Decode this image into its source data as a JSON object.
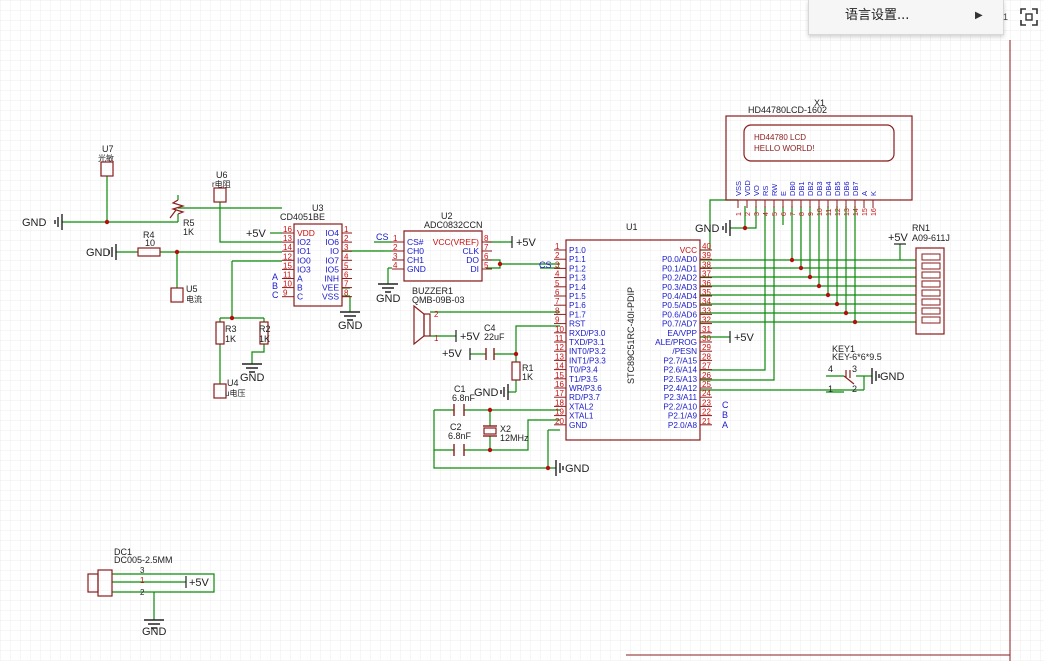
{
  "menu": {
    "language_label": "语言设置...",
    "arrow": "▶"
  },
  "corner": {
    "text": "1"
  },
  "power_labels": {
    "gnd": "GND",
    "v5": "+5V"
  },
  "colors": {
    "wire": "#0a8a0a",
    "part": "#8b1c1c",
    "pin_text": "#1a1acc",
    "pin_num": "#cc1111",
    "label": "#222222",
    "grid": "#ececec"
  },
  "u7": {
    "ref": "U7",
    "value": "光敏"
  },
  "u6": {
    "ref": "U6",
    "value": "r电阻"
  },
  "u5": {
    "ref": "U5",
    "value": "电流"
  },
  "u4": {
    "ref": "U4",
    "value": "u电压"
  },
  "r5": {
    "ref": "R5",
    "value": "1K"
  },
  "r4": {
    "ref": "R4",
    "value": "10"
  },
  "r3": {
    "ref": "R3",
    "value": "1K"
  },
  "r2": {
    "ref": "R2",
    "value": "1K"
  },
  "r1": {
    "ref": "R1",
    "value": "1K"
  },
  "u3": {
    "ref": "U3",
    "value": "CD4051BE",
    "left_pins": [
      {
        "num": "16",
        "name": "VDD"
      },
      {
        "num": "13",
        "name": "IO2"
      },
      {
        "num": "14",
        "name": "IO1"
      },
      {
        "num": "12",
        "name": "IO0"
      },
      {
        "num": "15",
        "name": "IO3"
      },
      {
        "num": "11",
        "name": "A"
      },
      {
        "num": "10",
        "name": "B"
      },
      {
        "num": "9",
        "name": "C"
      }
    ],
    "right_pins": [
      {
        "num": "1",
        "name": "IO4"
      },
      {
        "num": "2",
        "name": "IO6"
      },
      {
        "num": "3",
        "name": "IO"
      },
      {
        "num": "4",
        "name": "IO7"
      },
      {
        "num": "5",
        "name": "IO5"
      },
      {
        "num": "6",
        "name": "INH"
      },
      {
        "num": "7",
        "name": "VEE"
      },
      {
        "num": "8",
        "name": "VSS"
      }
    ],
    "abc": [
      "A",
      "B",
      "C"
    ]
  },
  "u2": {
    "ref": "U2",
    "value": "ADC0832CCN",
    "left_pins": [
      {
        "num": "1",
        "name": "CS#"
      },
      {
        "num": "2",
        "name": "CH0"
      },
      {
        "num": "3",
        "name": "CH1"
      },
      {
        "num": "4",
        "name": "GND"
      }
    ],
    "right_pins": [
      {
        "num": "8",
        "name": "VCC(VREF)"
      },
      {
        "num": "7",
        "name": "CLK"
      },
      {
        "num": "6",
        "name": "DO"
      },
      {
        "num": "5",
        "name": "DI"
      }
    ],
    "cs_net": "CS"
  },
  "buzzer": {
    "ref": "BUZZER1",
    "value": "QMB-09B-03",
    "pin_a": "2",
    "pin_b": "1"
  },
  "c4": {
    "ref": "C4",
    "value": "22uF"
  },
  "c1": {
    "ref": "C1",
    "value": "6.8nF"
  },
  "c2": {
    "ref": "C2",
    "value": "6.8nF"
  },
  "x2": {
    "ref": "X2",
    "value": "12MHz"
  },
  "u1": {
    "ref": "U1",
    "value": "STC89C51RC-40I-PDIP",
    "left_pins": [
      {
        "num": "1",
        "name": "P1.0"
      },
      {
        "num": "2",
        "name": "P1.1"
      },
      {
        "num": "3",
        "name": "P1.2"
      },
      {
        "num": "4",
        "name": "P1.3"
      },
      {
        "num": "5",
        "name": "P1.4"
      },
      {
        "num": "6",
        "name": "P1.5"
      },
      {
        "num": "7",
        "name": "P1.6"
      },
      {
        "num": "8",
        "name": "P1.7"
      },
      {
        "num": "9",
        "name": "RST"
      },
      {
        "num": "10",
        "name": "RXD/P3.0"
      },
      {
        "num": "11",
        "name": "TXD/P3.1"
      },
      {
        "num": "12",
        "name": "INT0/P3.2"
      },
      {
        "num": "13",
        "name": "INT1/P3.3"
      },
      {
        "num": "14",
        "name": "T0/P3.4"
      },
      {
        "num": "15",
        "name": "T1/P3.5"
      },
      {
        "num": "16",
        "name": "WR/P3.6"
      },
      {
        "num": "17",
        "name": "RD/P3.7"
      },
      {
        "num": "18",
        "name": "XTAL2"
      },
      {
        "num": "19",
        "name": "XTAL1"
      },
      {
        "num": "20",
        "name": "GND"
      }
    ],
    "right_pins": [
      {
        "num": "40",
        "name": "VCC"
      },
      {
        "num": "39",
        "name": "P0.0/AD0"
      },
      {
        "num": "38",
        "name": "P0.1/AD1"
      },
      {
        "num": "37",
        "name": "P0.2/AD2"
      },
      {
        "num": "36",
        "name": "P0.3/AD3"
      },
      {
        "num": "35",
        "name": "P0.4/AD4"
      },
      {
        "num": "34",
        "name": "P0.5/AD5"
      },
      {
        "num": "33",
        "name": "P0.6/AD6"
      },
      {
        "num": "32",
        "name": "P0.7/AD7"
      },
      {
        "num": "31",
        "name": "EA/VPP"
      },
      {
        "num": "30",
        "name": "ALE/PROG"
      },
      {
        "num": "29",
        "name": "/PESN"
      },
      {
        "num": "28",
        "name": "P2.7/A15"
      },
      {
        "num": "27",
        "name": "P2.6/A14"
      },
      {
        "num": "26",
        "name": "P2.5/A13"
      },
      {
        "num": "25",
        "name": "P2.4/A12"
      },
      {
        "num": "24",
        "name": "P2.3/A11"
      },
      {
        "num": "23",
        "name": "P2.2/A10"
      },
      {
        "num": "22",
        "name": "P2.1/A9"
      },
      {
        "num": "21",
        "name": "P2.0/A8"
      }
    ],
    "cs_net": "CS",
    "abc_right": [
      "C",
      "B",
      "A"
    ]
  },
  "x1": {
    "ref": "X1",
    "value": "HD44780LCD-1602",
    "screen_line1": "HD44780 LCD",
    "screen_line2": "HELLO WORLD!",
    "pins": [
      {
        "num": "1",
        "name": "VSS"
      },
      {
        "num": "2",
        "name": "VDD"
      },
      {
        "num": "3",
        "name": "VO"
      },
      {
        "num": "4",
        "name": "RS"
      },
      {
        "num": "5",
        "name": "RW"
      },
      {
        "num": "6",
        "name": "E"
      },
      {
        "num": "7",
        "name": "DB0"
      },
      {
        "num": "8",
        "name": "DB1"
      },
      {
        "num": "9",
        "name": "DB2"
      },
      {
        "num": "10",
        "name": "DB3"
      },
      {
        "num": "11",
        "name": "DB4"
      },
      {
        "num": "12",
        "name": "DB5"
      },
      {
        "num": "13",
        "name": "DB6"
      },
      {
        "num": "14",
        "name": "DB7"
      },
      {
        "num": "15",
        "name": "A"
      },
      {
        "num": "16",
        "name": "K"
      }
    ]
  },
  "rn1": {
    "ref": "RN1",
    "value": "A09-611J"
  },
  "key1": {
    "ref": "KEY1",
    "value": "KEY-6*6*9.5",
    "pins": [
      "4",
      "3",
      "1",
      "2"
    ]
  },
  "dc1": {
    "ref": "DC1",
    "value": "DC005-2.5MM",
    "pins": [
      "3",
      "1",
      "2"
    ]
  }
}
